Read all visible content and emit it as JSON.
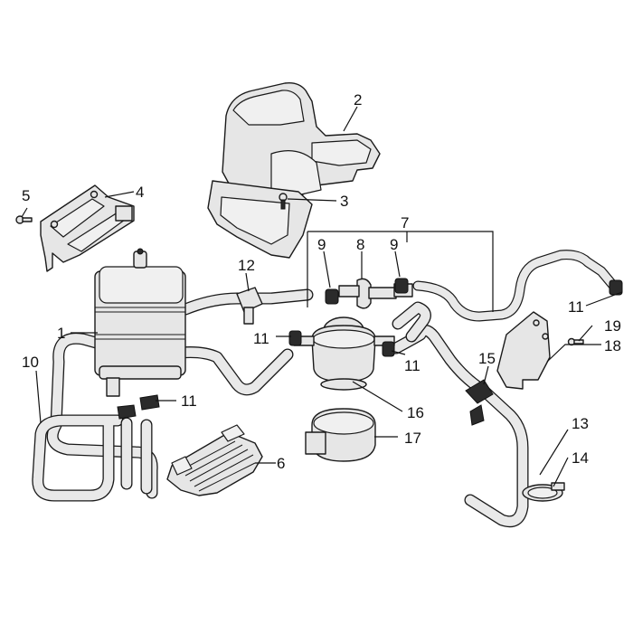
{
  "callouts": {
    "c1": "1",
    "c2": "2",
    "c3": "3",
    "c4": "4",
    "c5": "5",
    "c6": "6",
    "c7": "7",
    "c8": "8",
    "c9a": "9",
    "c9b": "9",
    "c10": "10",
    "c11a": "11",
    "c11b": "11",
    "c11c": "11",
    "c11d": "11",
    "c12": "12",
    "c13": "13",
    "c14": "14",
    "c15": "15",
    "c16": "16",
    "c17": "17",
    "c18": "18",
    "c19": "19"
  }
}
